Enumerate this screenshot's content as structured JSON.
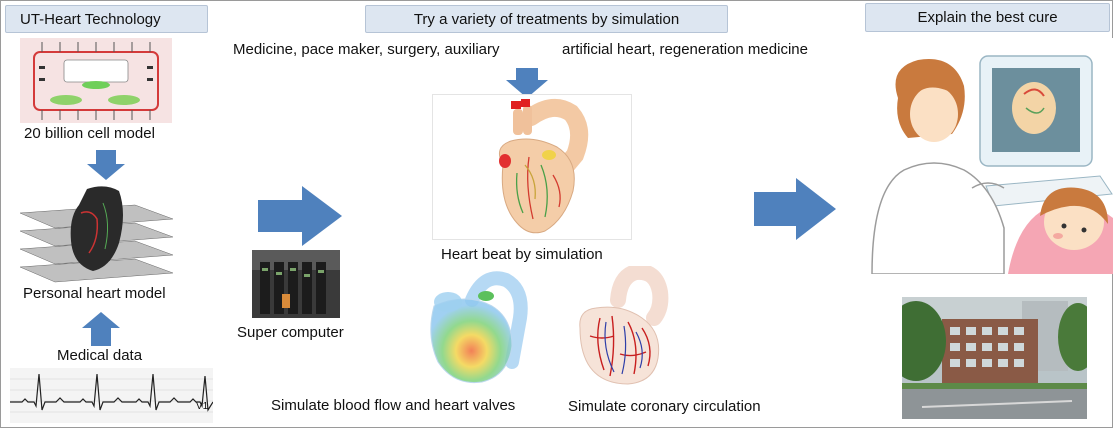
{
  "headers": {
    "left": "UT-Heart Technology",
    "center": "Try a variety of treatments by simulation",
    "right": "Explain the best cure"
  },
  "treatments": {
    "line1": "Medicine, pace maker, surgery, auxiliary",
    "line2": "artificial heart, regeneration medicine"
  },
  "labels": {
    "cell_model": "20 billion cell model",
    "personal_heart": "Personal heart model",
    "medical_data": "Medical data",
    "super_computer": "Super computer",
    "heart_beat": "Heart beat by simulation",
    "blood_flow": "Simulate blood flow and heart valves",
    "coronary": "Simulate coronary circulation"
  },
  "images": {
    "cell_model_tag": "V1"
  },
  "colors": {
    "arrow": "#4f81bd",
    "header_bg": "#dde6f1"
  }
}
